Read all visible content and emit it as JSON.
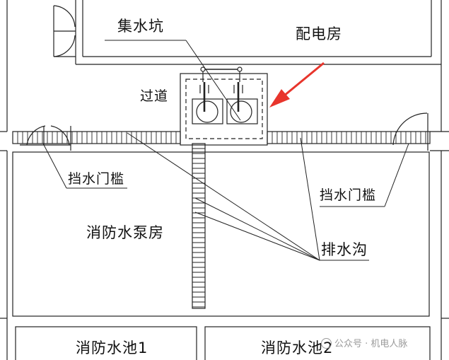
{
  "labels": {
    "sump": "集水坑",
    "distribution_room": "配电房",
    "passage": "过道",
    "curb_left": "挡水门槛",
    "curb_right": "挡水门槛",
    "pump_room": "消防水泵房",
    "drain_trench": "排水沟",
    "pool_1": "消防水池1",
    "pool_2": "消防水池2"
  },
  "watermark": {
    "text": "公众号 · 机电人脉",
    "icon": "wechat-logo-icon"
  },
  "colors": {
    "line": "#222222",
    "arrow": "#e8352c",
    "watermark": "#9a9a9a"
  }
}
